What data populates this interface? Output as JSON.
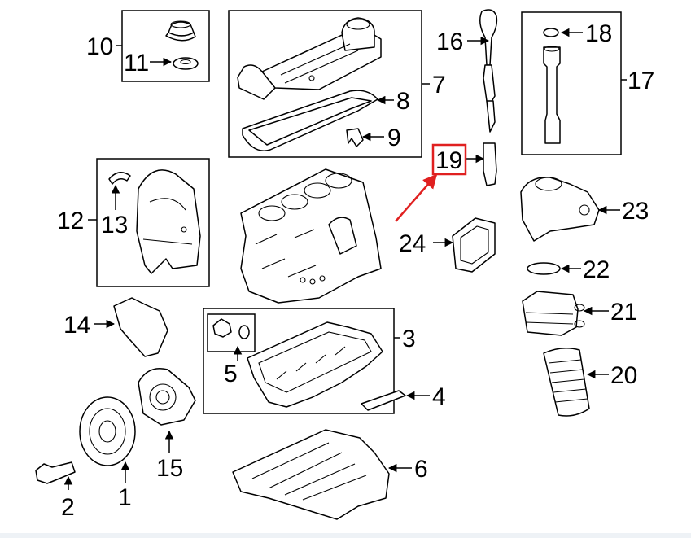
{
  "callouts": {
    "c1": "1",
    "c2": "2",
    "c3": "3",
    "c4": "4",
    "c5": "5",
    "c6": "6",
    "c7": "7",
    "c8": "8",
    "c9": "9",
    "c10": "10",
    "c11": "11",
    "c12": "12",
    "c13": "13",
    "c14": "14",
    "c15": "15",
    "c16": "16",
    "c17": "17",
    "c18": "18",
    "c19": "19",
    "c20": "20",
    "c21": "21",
    "c22": "22",
    "c23": "23",
    "c24": "24"
  },
  "highlight": {
    "callout": "19",
    "color": "#e02020"
  }
}
